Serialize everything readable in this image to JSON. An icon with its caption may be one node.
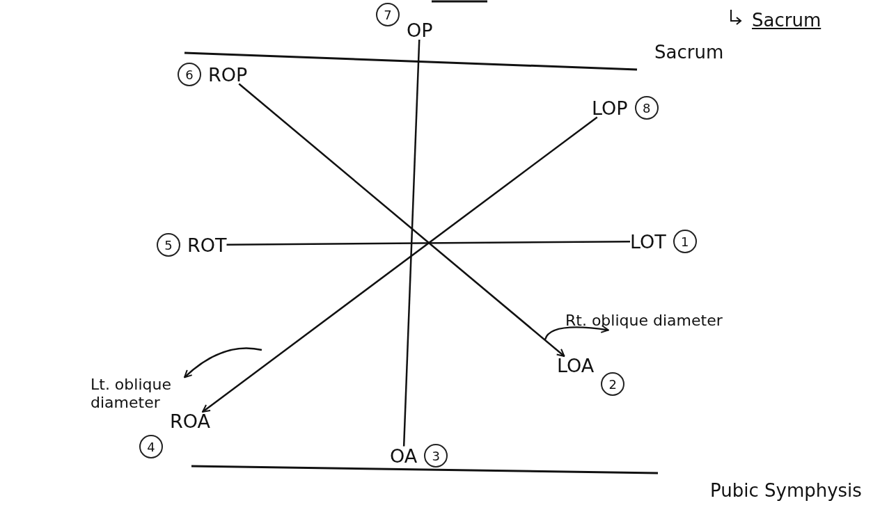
{
  "diagram": {
    "nodes": [
      {
        "text": [
          "OP"
        ],
        "beside": [
          "7"
        ]
      },
      {
        "text": [
          "ROP"
        ],
        "beside": [
          "6"
        ]
      },
      {
        "text": [
          "LOP"
        ],
        "beside": [
          "8"
        ]
      },
      {
        "text": [
          "ROT"
        ],
        "beside": [
          "5"
        ]
      },
      {
        "text": [
          "LOT"
        ],
        "beside": [
          "1"
        ]
      },
      {
        "text": [
          "Rt. oblique diameter"
        ]
      },
      {
        "text": [
          "Lt. oblique diameter"
        ]
      },
      {
        "text": [
          "ROA"
        ],
        "beside": [
          "4"
        ]
      },
      {
        "text": [
          "LOA"
        ],
        "beside": [
          "2"
        ]
      },
      {
        "text": [
          "OA"
        ],
        "beside": [
          "3"
        ]
      }
    ],
    "edges": [
      {
        "from": 0,
        "to": 9,
        "arrow": "none"
      },
      {
        "from": 3,
        "to": 4,
        "arrow": "none"
      },
      {
        "from": 1,
        "to": 8,
        "arrow": "to"
      },
      {
        "from": 2,
        "to": 7,
        "arrow": "to"
      },
      {
        "from": null,
        "to": 5,
        "arrow": "to"
      },
      {
        "from": null,
        "to": 6,
        "arrow": "to"
      }
    ],
    "labels": [
      "Sacrum",
      "Sacrum",
      "Pubic Symphysis"
    ]
  }
}
